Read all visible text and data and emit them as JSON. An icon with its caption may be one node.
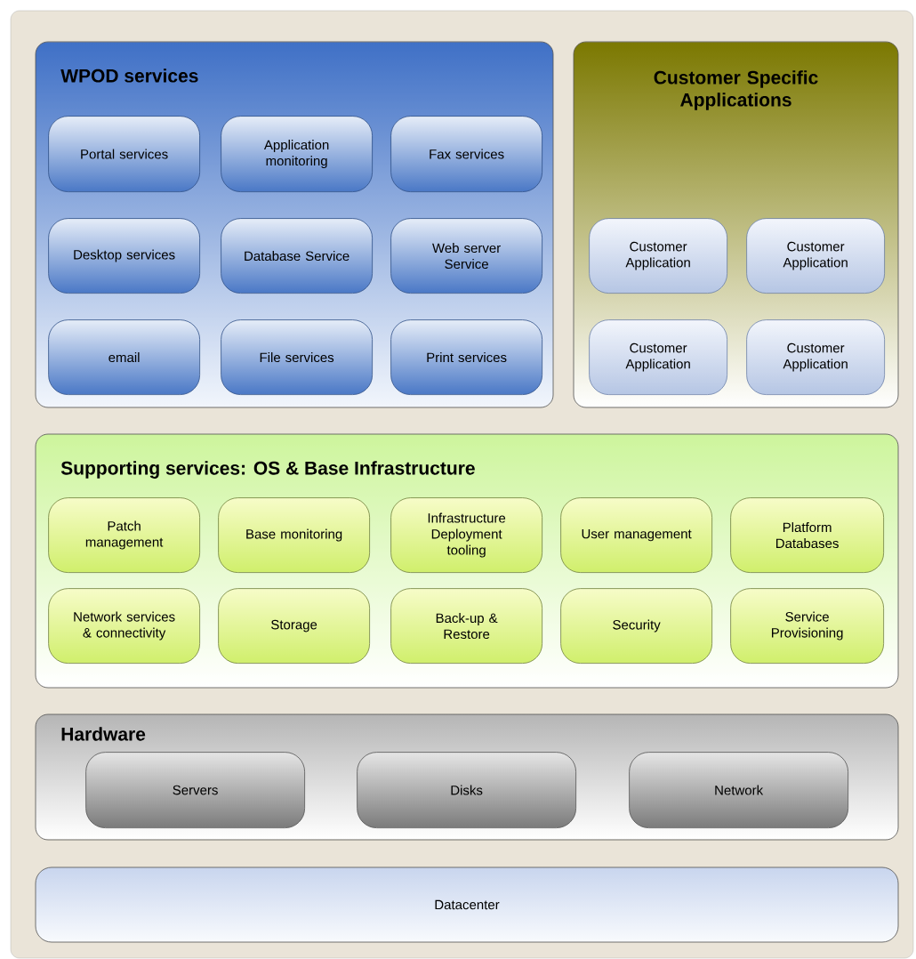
{
  "diagram": {
    "nodes": [
      {
        "text": [
          "WPOD services"
        ]
      },
      {
        "text": [
          "Portal services"
        ],
        "in": 0
      },
      {
        "text": [
          "Application monitoring"
        ],
        "in": 0
      },
      {
        "text": [
          "Fax services"
        ],
        "in": 0
      },
      {
        "text": [
          "Desktop services"
        ],
        "in": 0
      },
      {
        "text": [
          "Database Service"
        ],
        "in": 0
      },
      {
        "text": [
          "Web server Service"
        ],
        "in": 0
      },
      {
        "text": [
          "email"
        ],
        "in": 0
      },
      {
        "text": [
          "File services"
        ],
        "in": 0
      },
      {
        "text": [
          "Print services"
        ],
        "in": 0
      },
      {
        "text": [
          "Customer Specific Applications"
        ]
      },
      {
        "text": [
          "Customer Application"
        ],
        "in": 10
      },
      {
        "text": [
          "Customer Application"
        ],
        "in": 10
      },
      {
        "text": [
          "Customer Application"
        ],
        "in": 10
      },
      {
        "text": [
          "Customer Application"
        ],
        "in": 10
      },
      {
        "text": [
          "Supporting services: OS & Base Infrastructure"
        ]
      },
      {
        "text": [
          "Patch management"
        ],
        "in": 15
      },
      {
        "text": [
          "Base monitoring"
        ],
        "in": 15
      },
      {
        "text": [
          "Infrastructure Deployment tooling"
        ],
        "in": 15
      },
      {
        "text": [
          "User management"
        ],
        "in": 15
      },
      {
        "text": [
          "Platform Databases"
        ],
        "in": 15
      },
      {
        "text": [
          "Network services & connectivity"
        ],
        "in": 15
      },
      {
        "text": [
          "Storage"
        ],
        "in": 15
      },
      {
        "text": [
          "Back-up & Restore"
        ],
        "in": 15
      },
      {
        "text": [
          "Security"
        ],
        "in": 15
      },
      {
        "text": [
          "Service Provisioning"
        ],
        "in": 15
      },
      {
        "text": [
          "Hardware"
        ]
      },
      {
        "text": [
          "Servers"
        ],
        "in": 26
      },
      {
        "text": [
          "Disks"
        ],
        "in": 26
      },
      {
        "text": [
          "Network"
        ],
        "in": 26
      },
      {
        "text": [
          "Datacenter"
        ]
      }
    ]
  }
}
